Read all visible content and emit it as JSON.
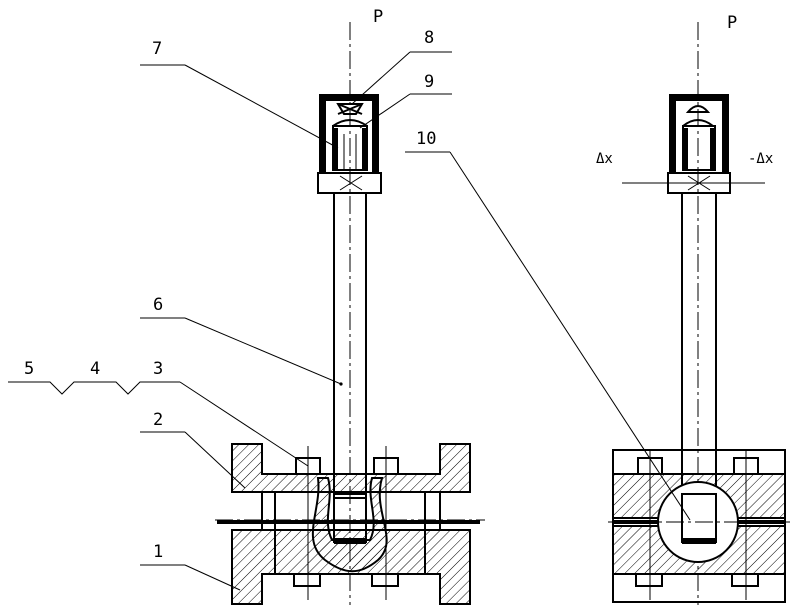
{
  "labels": {
    "p_left": "P",
    "p_right": "P",
    "part_7": "7",
    "part_8": "8",
    "part_9": "9",
    "part_10": "10",
    "part_6": "6",
    "part_5": "5",
    "part_4": "4",
    "part_3": "3",
    "part_2": "2",
    "part_1": "1",
    "dx_plus": "Δx",
    "dx_minus": "-Δx"
  },
  "colors": {
    "line": "#000000",
    "background": "#ffffff"
  }
}
